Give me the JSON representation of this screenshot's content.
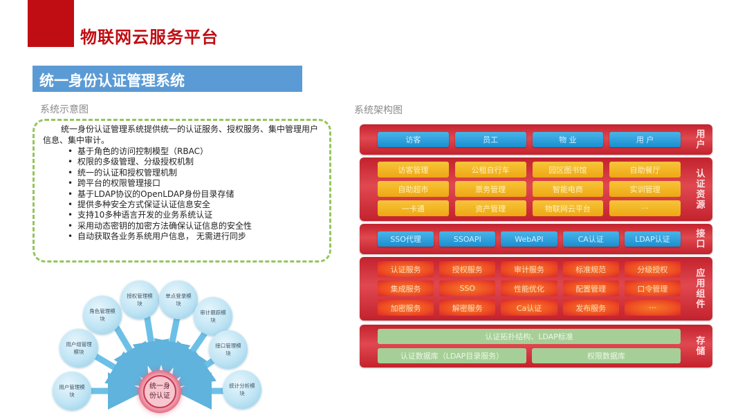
{
  "header": {
    "title": "物联网云服务平台",
    "brand_color": "#c00d13"
  },
  "section": {
    "title": "统一身份认证管理系统",
    "bar_color": "#5b9bd5"
  },
  "left": {
    "label": "系统示意图",
    "intro": "统一身份认证管理系统提供统一的认证服务、授权服务、集中管理用户信息、集中审计。",
    "features": [
      "基于角色的访问控制模型（RBAC）",
      "权限的多级管理、分级授权机制",
      "统一的认证和授权管理机制",
      "跨平台的权限管理接口",
      "基于LDAP协议的OpenLDAP身份目录存储",
      "提供多种安全方式保证认证信息安全",
      "支持10多种语言开发的业务系统认证",
      "采用动态密钥的加密方法确保认证信息的安全性",
      "自动获取各业务系统用户信息， 无需进行同步"
    ],
    "diagram": {
      "center": "统一身份认证",
      "nodes": [
        "用户管理模块",
        "用户组管理模块",
        "角色管理模块",
        "授权管理模块",
        "单点登录模块",
        "审计跟踪模块",
        "接口管理模块",
        "统计分析模块"
      ]
    }
  },
  "right": {
    "label": "系统架构图",
    "layers": [
      {
        "name": "用户",
        "cells": [
          "访客",
          "员工",
          "物 业",
          "用 户"
        ]
      },
      {
        "name": "认证资源",
        "cells": [
          "访客管理",
          "公租自行车",
          "园区图书馆",
          "自助餐厅",
          "自助超市",
          "票务管理",
          "智能电商",
          "实训管理",
          "一卡通",
          "资产管理",
          "物联网云平台",
          "···"
        ]
      },
      {
        "name": "接口",
        "cells": [
          "SSO代理",
          "SSOAPI",
          "WebAPI",
          "CA认证",
          "LDAP认证"
        ]
      },
      {
        "name": "应用组件",
        "cells": [
          "认证服务",
          "授权服务",
          "审计服务",
          "标准规范",
          "分级授权",
          "集成服务",
          "SSO",
          "性能优化",
          "配置管理",
          "口令管理",
          "加密服务",
          "解密服务",
          "Ca认证",
          "发布服务",
          "···"
        ]
      },
      {
        "name": "存储",
        "cells": [
          "认证拓扑结构、LDAP标准",
          "认证数据库（LDAP目录服务）",
          "权限数据库"
        ]
      }
    ]
  }
}
